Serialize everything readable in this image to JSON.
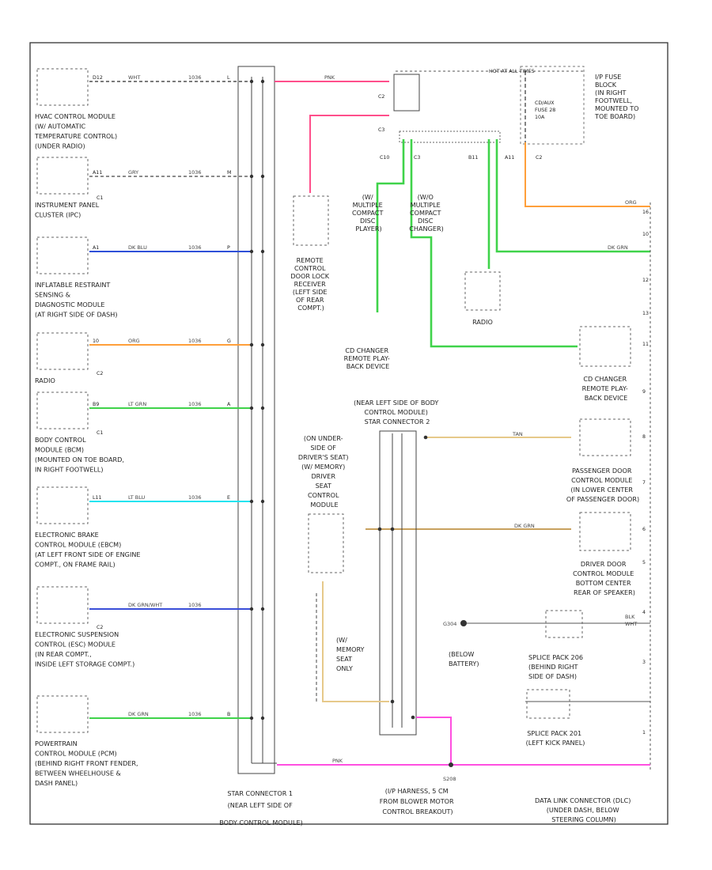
{
  "modules": [
    {
      "label": [
        "HVAC CONTROL MODULE",
        "(W/ AUTOMATIC",
        "TEMPERATURE CONTROL)",
        "(UNDER RADIO)"
      ],
      "connector": ""
    },
    {
      "label": [
        "INSTRUMENT PANEL",
        "CLUSTER (IPC)"
      ],
      "connector": "C1"
    },
    {
      "label": [
        "INFLATABLE RESTRAINT",
        "SENSING &",
        "DIAGNOSTIC MODULE",
        "(AT RIGHT SIDE OF DASH)"
      ],
      "connector": ""
    },
    {
      "label": [
        "RADIO"
      ],
      "connector": "C2"
    },
    {
      "label": [
        "BODY CONTROL",
        "MODULE (BCM)",
        "(MOUNTED ON TOE BOARD,",
        "IN RIGHT FOOTWELL)"
      ],
      "connector": "C1"
    },
    {
      "label": [
        "ELECTRONIC BRAKE",
        "CONTROL MODULE (EBCM)",
        "(AT LEFT FRONT SIDE OF ENGINE",
        "COMPT., ON FRAME RAIL)"
      ],
      "connector": ""
    },
    {
      "label": [
        "ELECTRONIC SUSPENSION",
        "CONTROL (ESC) MODULE",
        "(IN REAR COMPT.,",
        "INSIDE LEFT STORAGE COMPT.)"
      ],
      "connector": "C2"
    },
    {
      "label": [
        "POWERTRAIN",
        "CONTROL MODULE (PCM)",
        "(BEHIND RIGHT FRONT FENDER,",
        "BETWEEN WHEELHOUSE &",
        "DASH PANEL)"
      ],
      "connector": ""
    }
  ],
  "left_wires": [
    {
      "pin": "D12",
      "color_label": "WHT",
      "circuit": "1036",
      "star_pin": "L"
    },
    {
      "pin": "A11",
      "color_label": "GRY",
      "circuit": "1036",
      "star_pin": "M"
    },
    {
      "pin": "A1",
      "color_label": "DK BLU",
      "circuit": "1036",
      "star_pin": "P"
    },
    {
      "pin": "10",
      "color_label": "ORG",
      "circuit": "1036",
      "star_pin": "G"
    },
    {
      "pin": "B9",
      "color_label": "LT GRN",
      "circuit": "1036",
      "star_pin": "A"
    },
    {
      "pin": "L11",
      "color_label": "LT BLU",
      "circuit": "1036",
      "star_pin": "E"
    },
    {
      "pin": "",
      "color_label": "DK GRN/WHT",
      "circuit": "1036",
      "star_pin": ""
    },
    {
      "pin": "",
      "color_label": "DK GRN",
      "circuit": "1036",
      "star_pin": "B"
    }
  ],
  "star_connector": [
    "STAR CONNECTOR 1",
    "(NEAR LEFT SIDE OF",
    "BODY CONTROL MODULE)"
  ],
  "top_area": {
    "hot_label": "HOT AT ALL TIMES",
    "fuse_label": [
      "CD/AUX",
      "FUSE 28",
      "10A"
    ],
    "fuse_block": [
      "I/P FUSE",
      "BLOCK",
      "(IN RIGHT",
      "FOOTWELL,",
      "MOUNTED TO",
      "TOE BOARD)"
    ],
    "pnk_label": "PNK",
    "c2": "C2",
    "c3": "C3",
    "pin_labels": [
      "C10",
      "C3",
      "B11",
      "A11",
      "C2"
    ],
    "remote": [
      "REMOTE",
      "CONTROL",
      "DOOR LOCK",
      "RECEIVER",
      "(LEFT SIDE",
      "OF REAR",
      "COMPT.)"
    ],
    "cd_changer_1": [
      "(W/",
      "MULTIPLE",
      "COMPACT",
      "DISC",
      "PLAYER)"
    ],
    "cd_changer_2": [
      "(W/O",
      "MULTIPLE",
      "COMPACT",
      "DISC",
      "CHANGER)"
    ],
    "radio": "RADIO",
    "cd_remote": [
      "CD CHANGER",
      "REMOTE PLAY-",
      "BACK DEVICE"
    ]
  },
  "right_side": {
    "org_label": "ORG",
    "dk_grn_label": "DK GRN",
    "cd_changer_right": [
      "CD CHANGER",
      "REMOTE PLAY-",
      "BACK DEVICE"
    ],
    "dlc_pins": [
      "16",
      "10",
      "12",
      "13",
      "11",
      "9",
      "8",
      "7",
      "6",
      "5",
      "4",
      "3",
      "1"
    ],
    "passenger_door": [
      "PASSENGER DOOR",
      "CONTROL MODULE",
      "(IN LOWER CENTER",
      "OF PASSENGER DOOR)"
    ],
    "driver_door": [
      "DRIVER DOOR",
      "CONTROL MODULE",
      "BOTTOM CENTER",
      "REAR OF SPEAKER)"
    ],
    "tan_label": "TAN",
    "dk_grn2_label": "DK GRN",
    "ground_label": "G304",
    "ground_desc": [
      "(BELOW",
      "BATTERY)"
    ],
    "splice_206": [
      "SPLICE PACK 206",
      "(BEHIND RIGHT",
      "SIDE OF DASH)"
    ],
    "splice_201": [
      "SPLICE PACK 201",
      "(LEFT KICK PANEL)"
    ],
    "blk_wht": [
      "BLK",
      "WHT"
    ],
    "dlc": [
      "DATA LINK CONNECTOR (DLC)",
      "(UNDER DASH, BELOW",
      "STEERING COLUMN)"
    ]
  },
  "middle": {
    "star_connector_2": [
      "(NEAR LEFT SIDE OF BODY",
      "CONTROL MODULE)",
      "STAR CONNECTOR 2"
    ],
    "driver_seat": [
      "(ON UNDER-",
      "SIDE OF",
      "DRIVER'S SEAT)",
      "(W/ MEMORY)",
      "DRIVER",
      "SEAT",
      "CONTROL",
      "MODULE"
    ],
    "memory": [
      "(W/",
      "MEMORY",
      "SEAT",
      "ONLY"
    ],
    "splice_bottom": "S208",
    "splice_bottom_desc": [
      "(I/P HARNESS, 5 CM",
      "FROM BLOWER MOTOR",
      "CONTROL BREAKOUT)"
    ],
    "pnk_bottom": "PNK"
  }
}
